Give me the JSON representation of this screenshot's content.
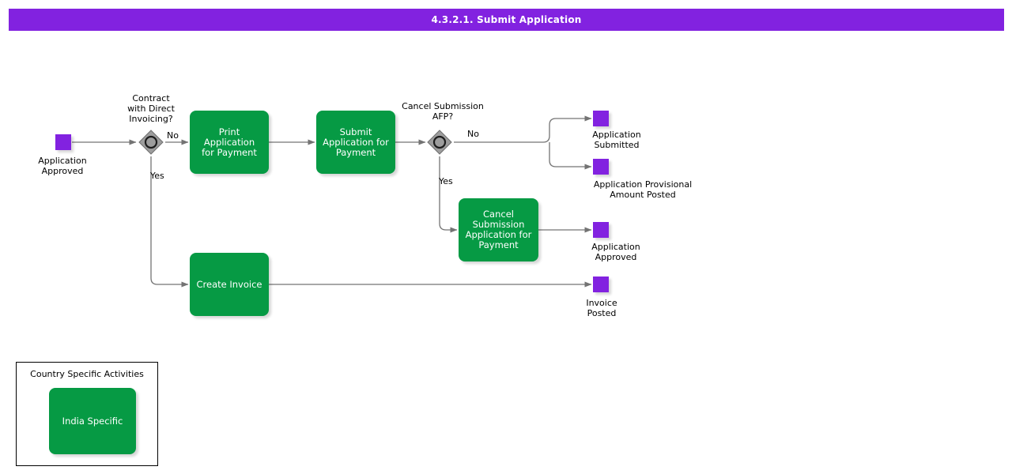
{
  "header": {
    "title": "4.3.2.1. Submit Application",
    "bar_color": "#8222e0",
    "text_color": "#ffffff"
  },
  "palette": {
    "task_green": "#069a44",
    "event_purple": "#8222e0",
    "connector_gray": "#737373",
    "gateway_gray": "#9d9d9d",
    "text_black": "#000000",
    "canvas_white": "#ffffff"
  },
  "diagram": {
    "type": "bpmn-process-flow",
    "start_events": [
      {
        "id": "start-application-approved",
        "label": "Application\nApproved"
      }
    ],
    "gateways": [
      {
        "id": "gateway-direct-invoicing",
        "label": "Contract\nwith Direct\nInvoicing?",
        "kind": "event-based",
        "outcomes": [
          "No",
          "Yes"
        ]
      },
      {
        "id": "gateway-cancel-submission",
        "label": "Cancel Submission\nAFP?",
        "kind": "event-based",
        "outcomes": [
          "No",
          "Yes"
        ]
      }
    ],
    "tasks": [
      {
        "id": "task-print-application",
        "label": "Print Application\nfor Payment"
      },
      {
        "id": "task-submit-application",
        "label": "Submit\nApplication for\nPayment"
      },
      {
        "id": "task-cancel-submission",
        "label": "Cancel\nSubmission\nApplication for\nPayment"
      },
      {
        "id": "task-create-invoice",
        "label": "Create Invoice"
      }
    ],
    "end_events": [
      {
        "id": "end-application-submitted",
        "label": "Application\nSubmitted"
      },
      {
        "id": "end-provisional-amount-posted",
        "label": "Application Provisional\nAmount Posted"
      },
      {
        "id": "end-application-approved",
        "label": "Application\nApproved"
      },
      {
        "id": "end-invoice-posted",
        "label": "Invoice\nPosted"
      }
    ],
    "flow_labels": {
      "gw1_no": "No",
      "gw1_yes": "Yes",
      "gw2_no": "No",
      "gw2_yes": "Yes"
    }
  },
  "legend": {
    "title": "Country Specific Activities",
    "items": [
      {
        "id": "legend-india-specific",
        "label": "India Specific"
      }
    ]
  }
}
